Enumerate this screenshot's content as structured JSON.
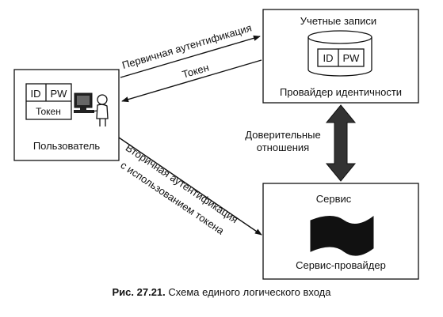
{
  "user_box": {
    "id_label": "ID",
    "pw_label": "PW",
    "token_label": "Токен",
    "title": "Пользователь"
  },
  "idp_box": {
    "accounts_label": "Учетные записи",
    "id_label": "ID",
    "pw_label": "PW",
    "title": "Провайдер идентичности"
  },
  "service_box": {
    "service_label": "Сервис",
    "title": "Сервис-провайдер"
  },
  "arrows": {
    "primary_auth": "Первичная аутентификация",
    "token": "Токен",
    "trust_line1": "Доверительные",
    "trust_line2": "отношения",
    "secondary_line1": "Вторичная аутентификация",
    "secondary_line2": "с использованием токена"
  },
  "caption": {
    "number": "Рис. 27.21.",
    "text": "Схема единого логического входа"
  }
}
